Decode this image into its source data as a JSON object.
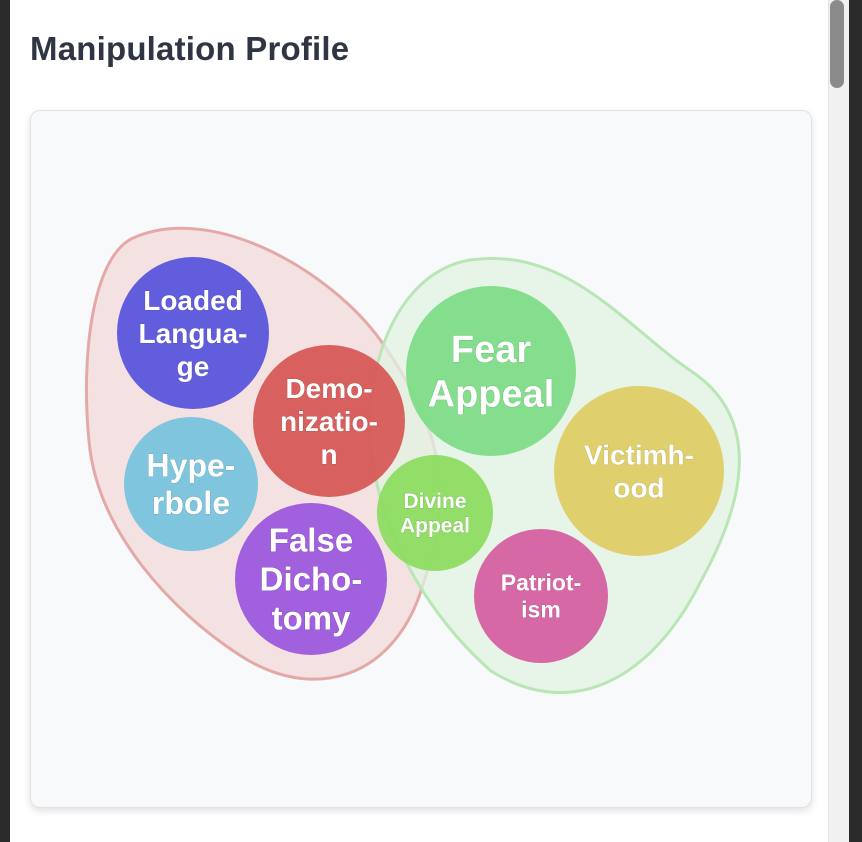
{
  "title": "Manipulation Profile",
  "colors": {
    "group_red_fill": "#f3dede",
    "group_red_stroke": "#e4a9a6",
    "group_green_fill": "#e2f3e1",
    "group_green_stroke": "#b8e6b4"
  },
  "bubbles": [
    {
      "id": "loaded-language",
      "lines": [
        "Loaded",
        "Langua-",
        "ge"
      ],
      "color": "#5a55dc"
    },
    {
      "id": "demonization",
      "lines": [
        "Demo-",
        "nizatio-",
        "n"
      ],
      "color": "#d65a57"
    },
    {
      "id": "hyperbole",
      "lines": [
        "Hype-",
        "rbole"
      ],
      "color": "#78c3dc"
    },
    {
      "id": "false-dichotomy",
      "lines": [
        "False",
        "Dicho-",
        "tomy"
      ],
      "color": "#9c58dc"
    },
    {
      "id": "fear-appeal",
      "lines": [
        "Fear",
        "Appeal"
      ],
      "color": "#7fdc88"
    },
    {
      "id": "victimhood",
      "lines": [
        "Victimh-",
        "ood"
      ],
      "color": "#dfce66"
    },
    {
      "id": "divine-appeal",
      "lines": [
        "Divine",
        "Appeal"
      ],
      "color": "#8ddc62"
    },
    {
      "id": "patriotism",
      "lines": [
        "Patriot-",
        "ism"
      ],
      "color": "#d561a1"
    }
  ]
}
